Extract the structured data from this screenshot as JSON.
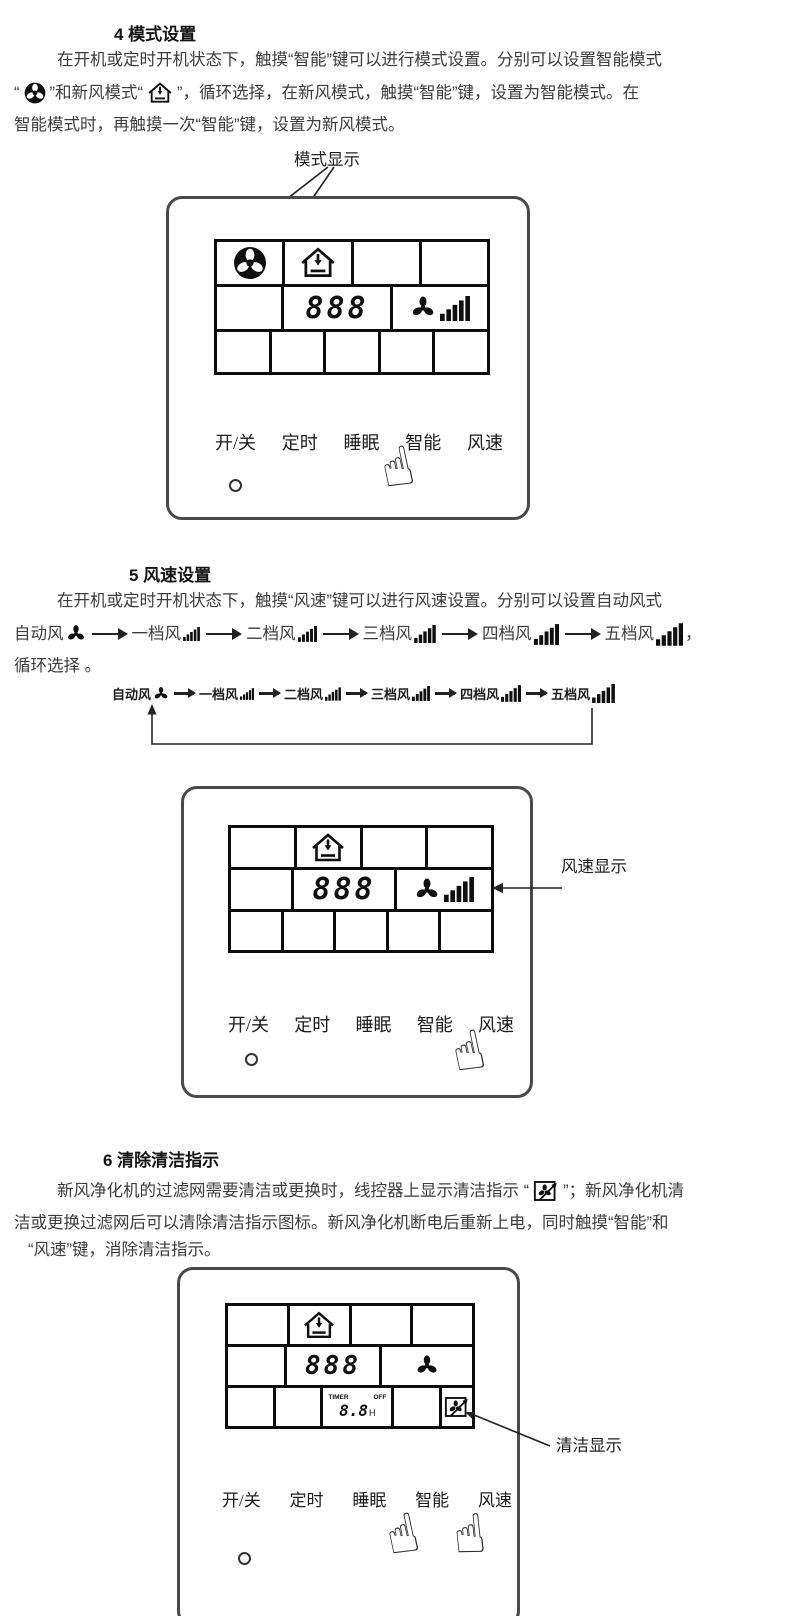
{
  "icons": {
    "hand": "☝"
  },
  "sections": {
    "s4": {
      "heading": "4 模式设置",
      "l1": "在开机或定时开机状态下，触摸“智能”键可以进行模式设置。分别可以设置智能模式",
      "l2a": "“",
      "l2b": "”和新风模式“",
      "l2c": "”，循环选择，在新风模式，触摸“智能”键，设置为智能模式。在",
      "l3": "智能模式时，再触摸一次“智能”键，设置为新风模式。",
      "mode_label": "模式显示"
    },
    "s5": {
      "heading": "5 风速设置",
      "l1": "在开机或定时开机状态下，触摸“风速”键可以进行风速设置。分别可以设置自动风式",
      "l2_tail": "，",
      "l3": "循环选择 。",
      "speed_label": "风速显示",
      "seq": [
        {
          "label": "自动风"
        },
        {
          "label": "一档风"
        },
        {
          "label": "二档风"
        },
        {
          "label": "三档风"
        },
        {
          "label": "四档风"
        },
        {
          "label": "五档风"
        }
      ]
    },
    "s6": {
      "heading": "6 清除清洁指示",
      "l1a": "新风净化机的过滤网需要清洁或更换时，线控器上显示清洁指示 “",
      "l1b": "”；新风净化机清",
      "l2": "洁或更换过滤网后可以清除清洁指示图标。新风净化机断电后重新上电，同时触摸“智能”和",
      "l3": "“风速”键，消除清洁指示。",
      "clean_label": "清洁显示"
    }
  },
  "panel": {
    "buttons": [
      "开/关",
      "定时",
      "睡眠",
      "智能",
      "风速"
    ],
    "digits": "888",
    "timer_word": "TIMER",
    "off_word": "OFF",
    "timer_digits": "8.8",
    "timer_unit": "H"
  }
}
